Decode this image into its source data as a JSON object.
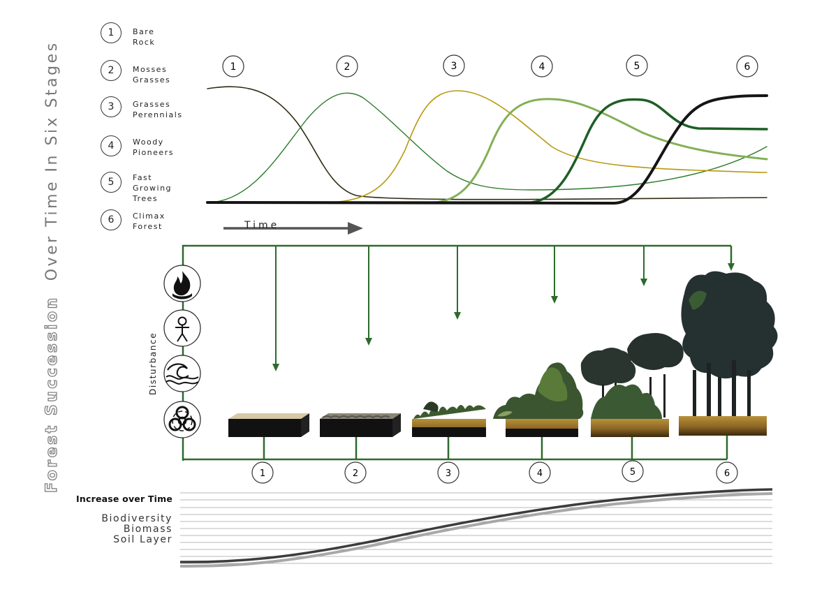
{
  "title": {
    "part1": "Forest Succession",
    "part2": "Over Time In Six Stages"
  },
  "legend": [
    {
      "num": "1",
      "label": "Bare\nRock"
    },
    {
      "num": "2",
      "label": "Mosses\nGrasses"
    },
    {
      "num": "3",
      "label": "Grasses\nPerennials"
    },
    {
      "num": "4",
      "label": "Woody\nPioneers"
    },
    {
      "num": "5",
      "label": "Fast\nGrowing\nTrees"
    },
    {
      "num": "6",
      "label": "Climax\nForest"
    }
  ],
  "curve_stage_numbers": [
    "1",
    "2",
    "3",
    "4",
    "5",
    "6"
  ],
  "time_label": "Time",
  "disturbance_label": "Disturbance",
  "disturbance_icons": [
    "fire-icon",
    "person-icon",
    "wave-icon",
    "biohazard-icon"
  ],
  "block_stage_numbers": [
    "1",
    "2",
    "3",
    "4",
    "5",
    "6"
  ],
  "metrics": {
    "heading": "Increase over Time",
    "items": [
      "Biodiversity",
      "Biomass",
      "Soil Layer"
    ]
  },
  "colors": {
    "stage1": "#2f2a12",
    "stage2": "#2a7a2a",
    "stage3": "#b8990f",
    "stage4": "#82b055",
    "stage5": "#1d5e24",
    "stage6": "#151515",
    "disturbance_line": "#2d6a2d",
    "soil": "#9a7128"
  }
}
